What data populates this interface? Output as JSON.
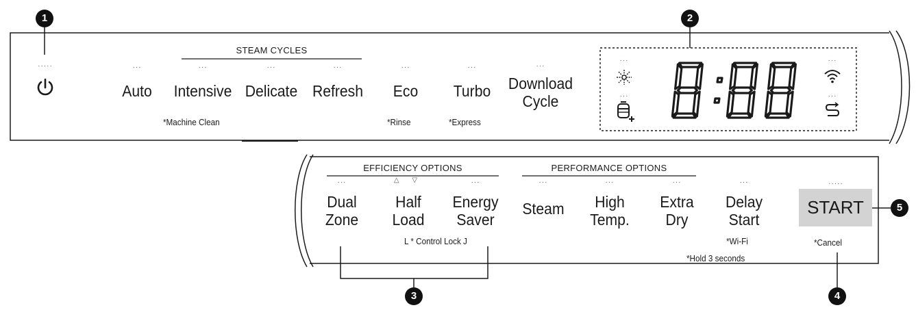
{
  "markers": [
    "1",
    "2",
    "3",
    "4",
    "5"
  ],
  "top_panel": {
    "power_icon": "power-icon",
    "steam_cycles_header": "STEAM CYCLES",
    "buttons": {
      "auto": "Auto",
      "intensive": "Intensive",
      "delicate": "Delicate",
      "refresh": "Refresh",
      "eco": "Eco",
      "turbo": "Turbo",
      "download_line1": "Download",
      "download_line2": "Cycle"
    },
    "notes": {
      "machine_clean": "*Machine Clean",
      "rinse": "*Rinse",
      "express": "*Express"
    },
    "display": {
      "time": "8:88",
      "icons": [
        "sanitize-icon",
        "rinse-refill-icon",
        "wifi-icon",
        "remote-start-icon"
      ]
    }
  },
  "bottom_panel": {
    "efficiency_header": "EFFICIENCY OPTIONS",
    "performance_header": "PERFORMANCE OPTIONS",
    "buttons": {
      "dual_line1": "Dual",
      "dual_line2": "Zone",
      "half_line1": "Half",
      "half_line2": "Load",
      "energy_line1": "Energy",
      "energy_line2": "Saver",
      "steam": "Steam",
      "high_line1": "High",
      "high_line2": "Temp.",
      "extra_line1": "Extra",
      "extra_line2": "Dry",
      "delay_line1": "Delay",
      "delay_line2": "Start",
      "start": "START"
    },
    "notes": {
      "control_lock": "L * Control Lock J",
      "wifi": "*Wi-Fi",
      "hold": "*Hold 3 seconds",
      "cancel": "*Cancel"
    }
  }
}
